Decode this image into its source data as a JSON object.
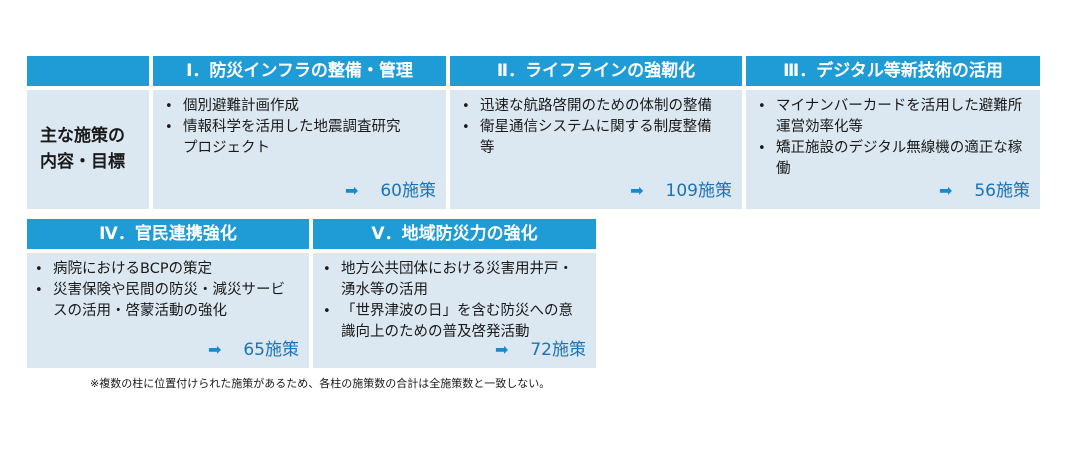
{
  "row_label": [
    "主な施策の",
    "内容・目標"
  ],
  "columns_top": [
    {
      "header": "Ⅰ．防災インフラの整備・管理",
      "items": [
        "個別避難計画作成",
        "情報科学を活用した地震調査研究プロジェクト"
      ],
      "arrow": "➡",
      "count": "60施策"
    },
    {
      "header": "Ⅱ．ライフラインの強靭化",
      "items": [
        "迅速な航路啓開のための体制の整備",
        "衛星通信システムに関する制度整備等"
      ],
      "arrow": "➡",
      "count": "109施策"
    },
    {
      "header": "Ⅲ．デジタル等新技術の活用",
      "items": [
        "マイナンバーカードを活用した避難所運営効率化等",
        "矯正施設のデジタル無線機の適正な稼働"
      ],
      "arrow": "➡",
      "count": "56施策"
    }
  ],
  "columns_bottom": [
    {
      "header": "Ⅳ．官民連携強化",
      "items": [
        "病院におけるBCPの策定",
        "災害保険や民間の防災・減災サービスの活用・啓蒙活動の強化"
      ],
      "arrow": "➡",
      "count": "65施策"
    },
    {
      "header": "Ⅴ．地域防災力の強化",
      "items": [
        "地方公共団体における災害用井戸・湧水等の活用",
        "「世界津波の日」を含む防災への意識向上のための普及啓発活動"
      ],
      "arrow": "➡",
      "count": "72施策"
    }
  ],
  "bullet": "•",
  "footnote": "※複数の柱に位置付けられた施策があるため、各柱の施策数の合計は全施策数と一致しない。",
  "colors": {
    "header_bg": "#1f9bd6",
    "cell_bg": "#dbe7f1",
    "count_text": "#1a73b8"
  }
}
